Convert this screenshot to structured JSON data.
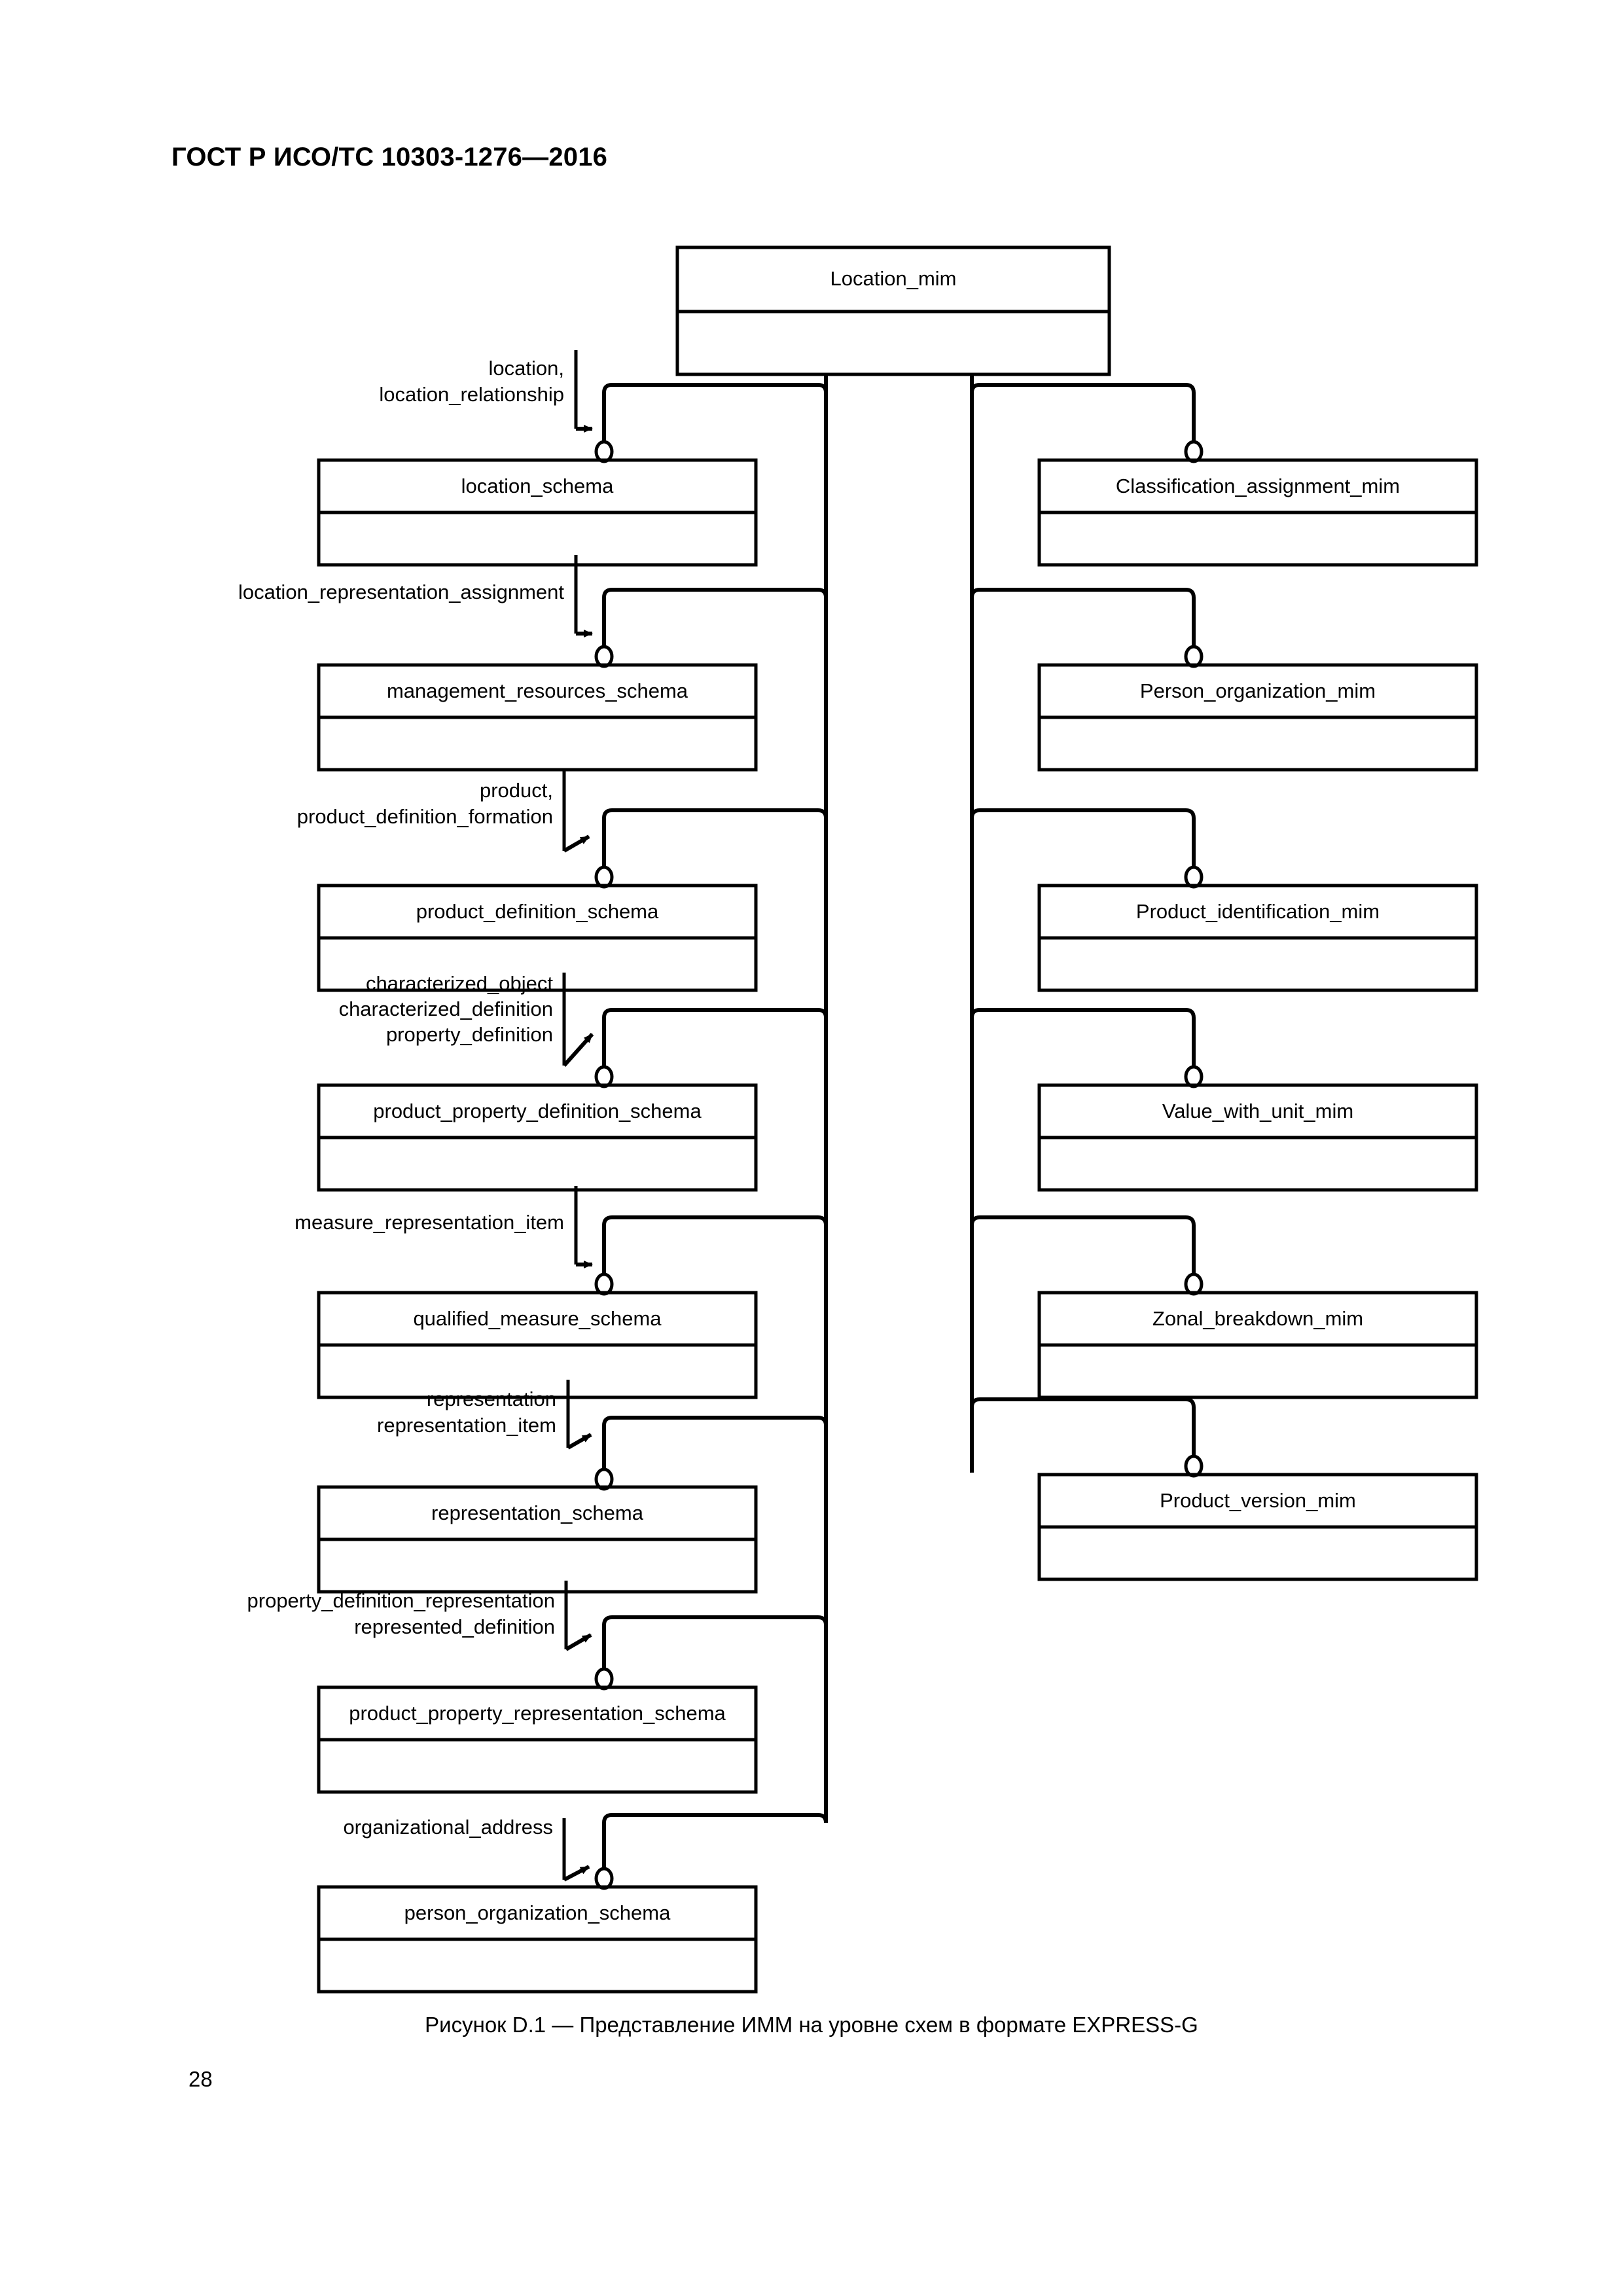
{
  "document": {
    "header": "ГОСТ Р ИСО/ТС 10303-1276—2016",
    "page_number": "28",
    "figure_caption": "Рисунок D.1 — Представление ИММ на уровне схем в формате EXPRESS-G"
  },
  "diagram": {
    "type": "EXPRESS-G schema-level diagram",
    "root": {
      "label": "Location_mim",
      "box_style": "two-row rectangle, title row over empty row"
    },
    "left_column": [
      {
        "box": "location_schema",
        "edge_labels": [
          "location,",
          "location_relationship"
        ],
        "arrow": "straight-right"
      },
      {
        "box": "management_resources_schema",
        "edge_labels": [
          "location_representation_assignment"
        ],
        "arrow": "straight-right"
      },
      {
        "box": "product_definition_schema",
        "edge_labels": [
          "product,",
          "product_definition_formation"
        ],
        "arrow": "diagonal-up-right"
      },
      {
        "box": "product_property_definition_schema",
        "edge_labels": [
          "characterized_object",
          "characterized_definition",
          "property_definition"
        ],
        "arrow": "diagonal-up-right"
      },
      {
        "box": "qualified_measure_schema",
        "edge_labels": [
          "measure_representation_item"
        ],
        "arrow": "straight-right"
      },
      {
        "box": "representation_schema",
        "edge_labels": [
          "representation",
          "representation_item"
        ],
        "arrow": "diagonal-up-right"
      },
      {
        "box": "product_property_representation_schema",
        "edge_labels": [
          "property_definition_representation",
          "represented_definition"
        ],
        "arrow": "diagonal-up-right"
      },
      {
        "box": "person_organization_schema",
        "edge_labels": [
          "organizational_address"
        ],
        "arrow": "diagonal-up-right"
      }
    ],
    "right_column": [
      {
        "box": "Classification_assignment_mim"
      },
      {
        "box": "Person_organization_mim"
      },
      {
        "box": "Product_identification_mim"
      },
      {
        "box": "Value_with_unit_mim"
      },
      {
        "box": "Zonal_breakdown_mim"
      },
      {
        "box": "Product_version_mim"
      }
    ],
    "colors": {
      "line": "#000000",
      "box_fill": "#ffffff",
      "text": "#000000",
      "page_background": "#ffffff"
    }
  }
}
